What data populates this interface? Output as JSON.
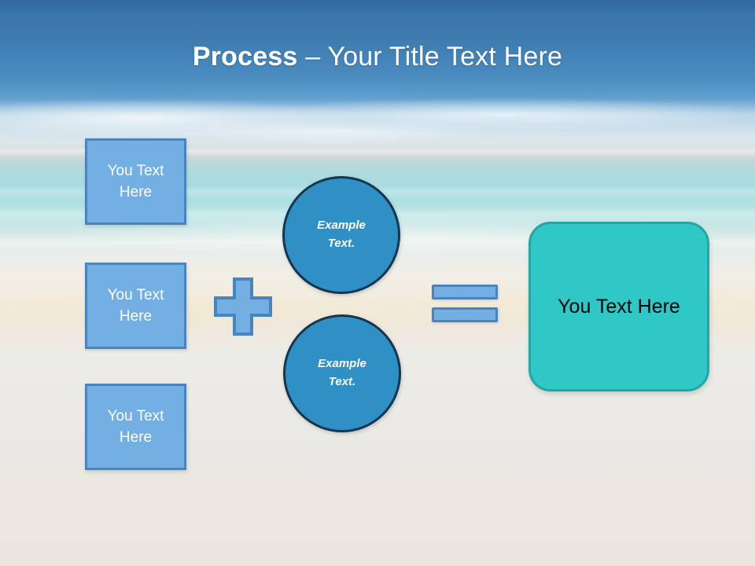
{
  "slide": {
    "title_strong": "Process",
    "title_rest": " – Your Title Text Here",
    "background_description": "beach-photo-gradient"
  },
  "inputs": {
    "boxes": [
      {
        "line1": "You Text",
        "line2": "Here"
      },
      {
        "line1": "You Text",
        "line2": "Here"
      },
      {
        "line1": "You Text",
        "line2": "Here"
      }
    ]
  },
  "operators": {
    "plus": "+",
    "equals": "="
  },
  "circles": [
    {
      "line1": "Example",
      "line2": "Text."
    },
    {
      "line1": "Example",
      "line2": "Text."
    }
  ],
  "result": {
    "label": "You Text Here"
  },
  "colors": {
    "sky_top": "#3A74A8",
    "water": "#A8DCDF",
    "sand": "#EAE7E0",
    "box_fill": "#73AFE3",
    "box_border": "#4A84BC",
    "circle_fill": "#2E90C4",
    "circle_border": "#16354E",
    "result_fill": "#2FC8C6",
    "result_border": "#23A6A4",
    "title_text": "#FFFFFF",
    "result_text": "#050505"
  }
}
